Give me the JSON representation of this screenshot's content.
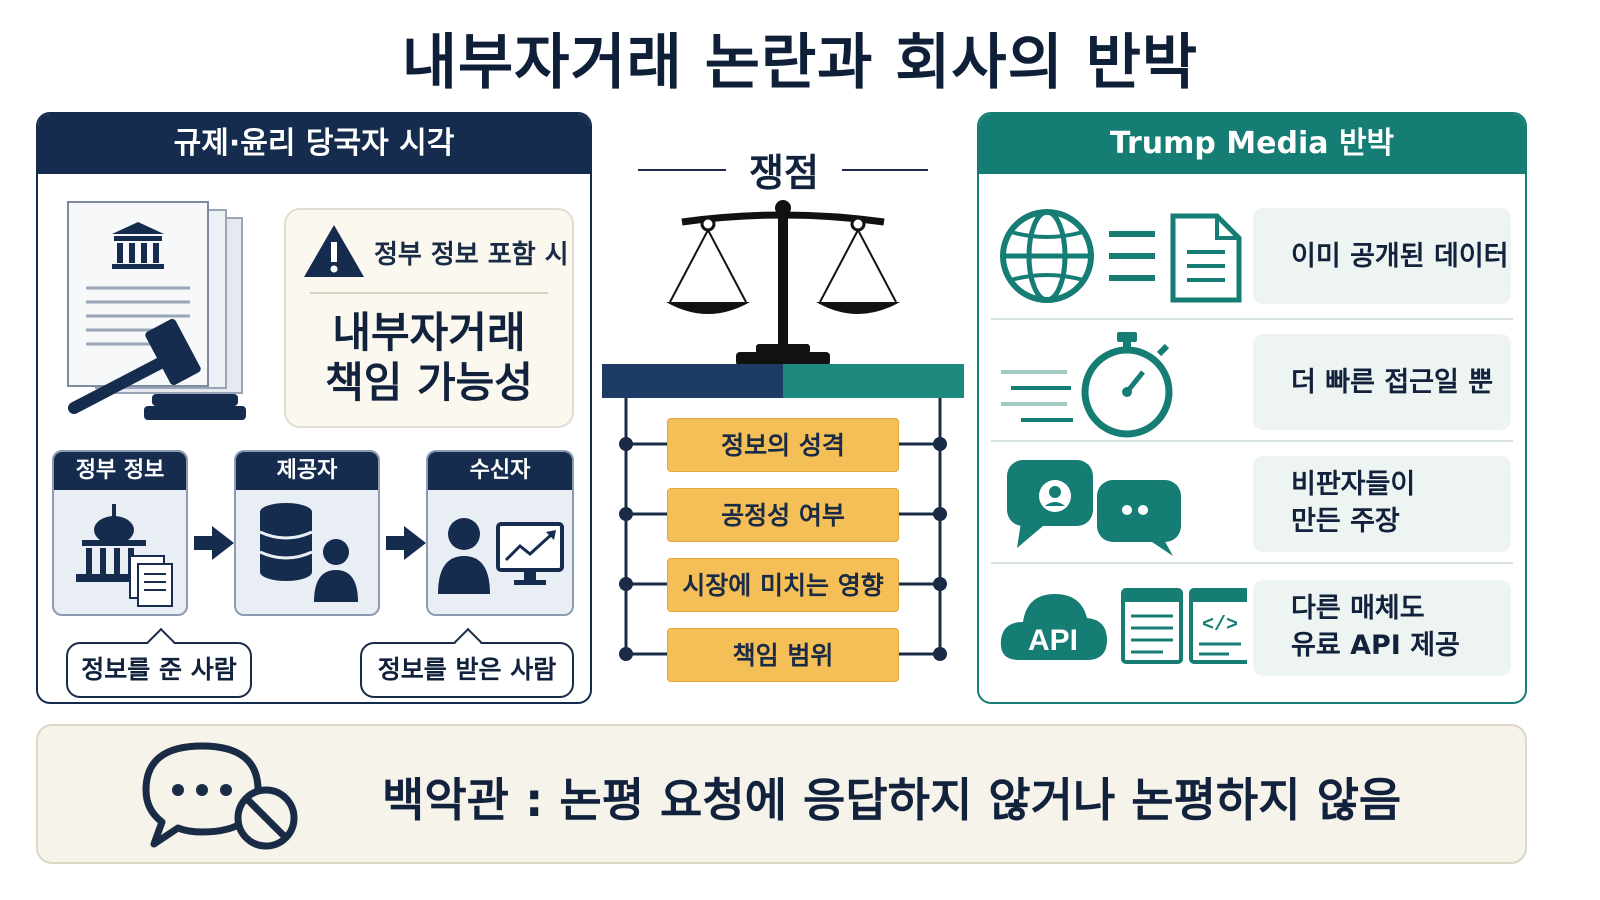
{
  "title": "내부자거래 논란과 회사의 반박",
  "left_panel": {
    "heading": "규제·윤리 당국자 시각",
    "warning_label": "정부 정보 포함 시",
    "main_lines": [
      "내부자거래",
      "책임 가능성"
    ],
    "flow": [
      {
        "label": "정부 정보",
        "icon": "capitol-icon"
      },
      {
        "label": "제공자",
        "icon": "database-person-icon"
      },
      {
        "label": "수신자",
        "icon": "person-chart-icon"
      }
    ],
    "giver_label": "정보를 준 사람",
    "receiver_label": "정보를 받은 사람"
  },
  "center": {
    "heading": "쟁점",
    "issues": [
      "정보의 성격",
      "공정성 여부",
      "시장에 미치는 영향",
      "책임 범위"
    ]
  },
  "right_panel": {
    "heading": "Trump Media 반박",
    "rebuttals": [
      {
        "lines": [
          "이미 공개된 데이터"
        ],
        "icon": "globe-document-icon"
      },
      {
        "lines": [
          "더 빠른 접근일 뿐"
        ],
        "icon": "stopwatch-icon"
      },
      {
        "lines": [
          "비판자들이",
          "만든 주장"
        ],
        "icon": "chat-bubbles-icon"
      },
      {
        "lines": [
          "다른 매체도",
          "유료 API 제공"
        ],
        "icon": "api-cloud-icon"
      }
    ],
    "api_text": "API",
    "code_glyph": "</>"
  },
  "bottom": {
    "text": "백악관 : 논평 요청에 응답하지 않거나 논평하지 않음",
    "icon": "no-comment-icon"
  },
  "colors": {
    "navy": "#152c4e",
    "teal": "#157d74",
    "amber": "#f5bf58",
    "cream": "#f6f3eb"
  }
}
